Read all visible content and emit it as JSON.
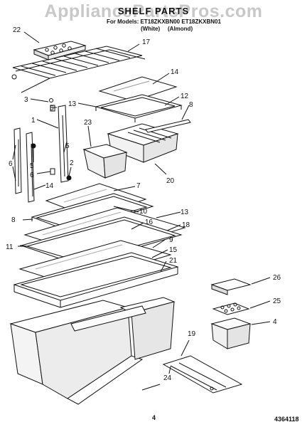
{
  "watermark": "AppliancePartsPros.com",
  "header": {
    "title": "SHELF PARTS",
    "model_line": "For Models: ET18ZKXBN00 ET18ZKXBN01",
    "variant_white": "(White)",
    "variant_almond": "(Almond)"
  },
  "callouts": [
    "22",
    "17",
    "14",
    "3",
    "12",
    "13",
    "8",
    "6",
    "1",
    "23",
    "5",
    "20",
    "6",
    "5",
    "6",
    "2",
    "14",
    "7",
    "10",
    "13",
    "8",
    "16",
    "18",
    "11",
    "9",
    "15",
    "21",
    "26",
    "25",
    "4",
    "19",
    "24"
  ],
  "footer": {
    "page": "4",
    "doc_number": "4364118"
  }
}
